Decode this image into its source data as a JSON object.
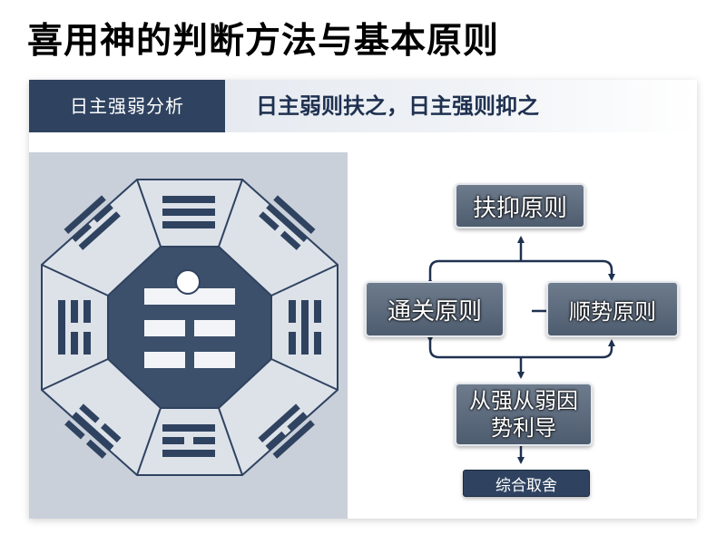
{
  "title": "喜用神的判断方法与基本原则",
  "header": {
    "tab_label": "日主强弱分析",
    "principle_text": "日主弱则扶之，日主强则抑之"
  },
  "flowchart": {
    "nodes": {
      "fuyi": "扶抑原则",
      "tongguan": "通关原则",
      "shunshi": "顺势原则",
      "congqiang_line1": "从强从弱因",
      "congqiang_line2": "势利导",
      "zonghe": "综合取舍"
    }
  },
  "colors": {
    "dark_navy": "#2f4360",
    "node_gray": "#5e6b7d",
    "panel_bg": "#c9d0da",
    "arrow": "#1f3150"
  },
  "icons": {
    "diagram": "bagua-octagon-icon",
    "center": "yin-yang-dot-icon"
  }
}
